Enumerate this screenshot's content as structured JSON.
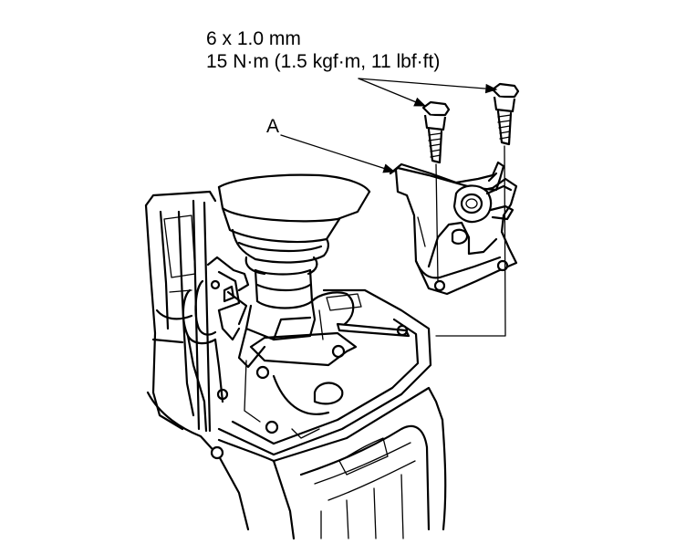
{
  "callouts": {
    "bolt_size": "6 x 1.0 mm",
    "torque": "15 N·m (1.5 kgf·m, 11 lbf·ft)",
    "part_label": "A"
  },
  "colors": {
    "line": "#000000",
    "background": "#ffffff"
  }
}
